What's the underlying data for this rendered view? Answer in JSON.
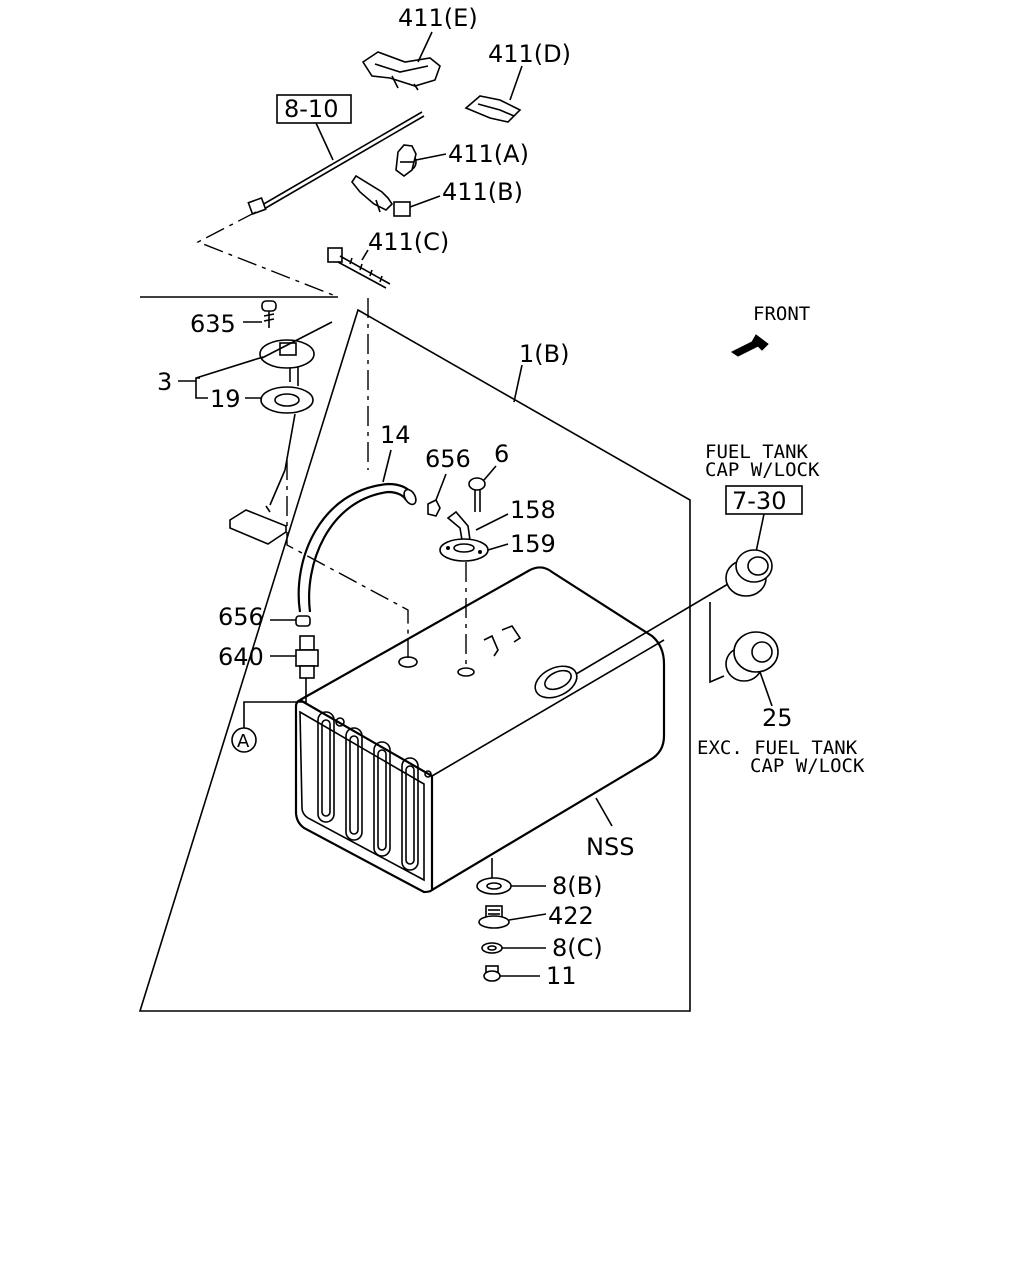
{
  "diagram": {
    "labels": {
      "p411E": "411(E)",
      "p411D": "411(D)",
      "p810": "8-10",
      "p411A": "411(A)",
      "p411B": "411(B)",
      "p411C": "411(C)",
      "p635": "635",
      "p3": "3",
      "p19": "19",
      "p1B": "1(B)",
      "front": "FRONT",
      "p14": "14",
      "p656a": "656",
      "p6": "6",
      "p158": "158",
      "p159": "159",
      "fuelCap1": "FUEL TANK",
      "fuelCap2": "CAP W/LOCK",
      "p730": "7-30",
      "p656b": "656",
      "p640": "640",
      "pA": "A",
      "p25": "25",
      "exc1": "EXC. FUEL TANK",
      "exc2": "CAP W/LOCK",
      "nss": "NSS",
      "p8B": "8(B)",
      "p422": "422",
      "p8C": "8(C)",
      "p11": "11"
    }
  }
}
